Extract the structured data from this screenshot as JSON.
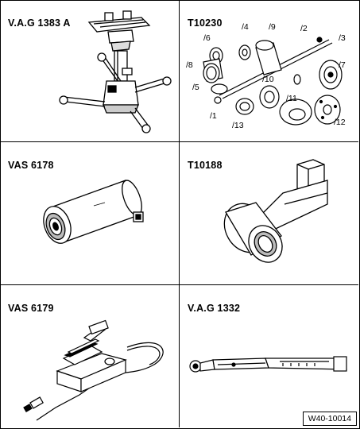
{
  "panels": [
    {
      "code": "V.A.G 1383 A"
    },
    {
      "code": "T10230"
    },
    {
      "code": "VAS 6178"
    },
    {
      "code": "T10188"
    },
    {
      "code": "VAS 6179"
    },
    {
      "code": "V.A.G 1332"
    }
  ],
  "t10230_callouts": [
    "/1",
    "/2",
    "/3",
    "/4",
    "/5",
    "/6",
    "/7",
    "/8",
    "/9",
    "/10",
    "/11",
    "/12",
    "/13"
  ],
  "figure_ref": "W40-10014"
}
